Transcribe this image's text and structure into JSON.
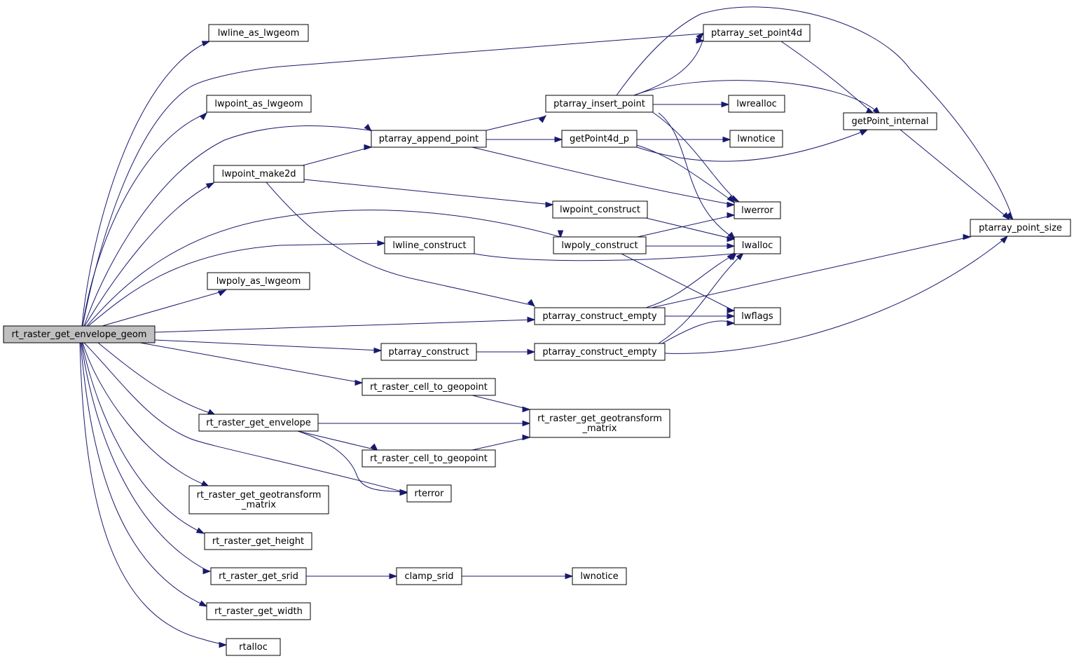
{
  "graph": {
    "edge_color": "#191970",
    "root_fill": "#bfbfbf",
    "nodes": [
      {
        "id": "n0",
        "lines": [
          "rt_raster_get_envelope_geom"
        ],
        "root": true
      },
      {
        "id": "n1",
        "lines": [
          "lwline_as_lwgeom"
        ]
      },
      {
        "id": "n2",
        "lines": [
          "ptarray_set_point4d"
        ]
      },
      {
        "id": "n3",
        "lines": [
          "lwpoint_as_lwgeom"
        ]
      },
      {
        "id": "n4",
        "lines": [
          "ptarray_insert_point"
        ]
      },
      {
        "id": "n5",
        "lines": [
          "lwrealloc"
        ]
      },
      {
        "id": "n6",
        "lines": [
          "getPoint_internal"
        ]
      },
      {
        "id": "n7",
        "lines": [
          "ptarray_append_point"
        ]
      },
      {
        "id": "n8",
        "lines": [
          "getPoint4d_p"
        ]
      },
      {
        "id": "n9",
        "lines": [
          "lwnotice"
        ]
      },
      {
        "id": "n10",
        "lines": [
          "lwpoint_make2d"
        ]
      },
      {
        "id": "n11",
        "lines": [
          "lwpoint_construct"
        ]
      },
      {
        "id": "n12",
        "lines": [
          "lwerror"
        ]
      },
      {
        "id": "n13",
        "lines": [
          "ptarray_point_size"
        ]
      },
      {
        "id": "n14",
        "lines": [
          "lwline_construct"
        ]
      },
      {
        "id": "n15",
        "lines": [
          "lwpoly_construct"
        ]
      },
      {
        "id": "n16",
        "lines": [
          "lwalloc"
        ]
      },
      {
        "id": "n17",
        "lines": [
          "lwpoly_as_lwgeom"
        ]
      },
      {
        "id": "n18",
        "lines": [
          "ptarray_construct_empty"
        ]
      },
      {
        "id": "n19",
        "lines": [
          "lwflags"
        ]
      },
      {
        "id": "n20",
        "lines": [
          "ptarray_construct"
        ]
      },
      {
        "id": "n21",
        "lines": [
          "ptarray_construct_empty"
        ]
      },
      {
        "id": "n22",
        "lines": [
          "rt_raster_cell_to_geopoint"
        ]
      },
      {
        "id": "n23",
        "lines": [
          "rt_raster_get_envelope"
        ]
      },
      {
        "id": "n24",
        "lines": [
          "rt_raster_get_geotransform",
          "_matrix"
        ]
      },
      {
        "id": "n25",
        "lines": [
          "rt_raster_cell_to_geopoint"
        ]
      },
      {
        "id": "n26",
        "lines": [
          "rterror"
        ]
      },
      {
        "id": "n27",
        "lines": [
          "rt_raster_get_geotransform",
          "_matrix"
        ]
      },
      {
        "id": "n28",
        "lines": [
          "rt_raster_get_height"
        ]
      },
      {
        "id": "n29",
        "lines": [
          "rt_raster_get_srid"
        ]
      },
      {
        "id": "n30",
        "lines": [
          "clamp_srid"
        ]
      },
      {
        "id": "n31",
        "lines": [
          "lwnotice"
        ]
      },
      {
        "id": "n32",
        "lines": [
          "rt_raster_get_width"
        ]
      },
      {
        "id": "n33",
        "lines": [
          "rtalloc"
        ]
      }
    ]
  }
}
